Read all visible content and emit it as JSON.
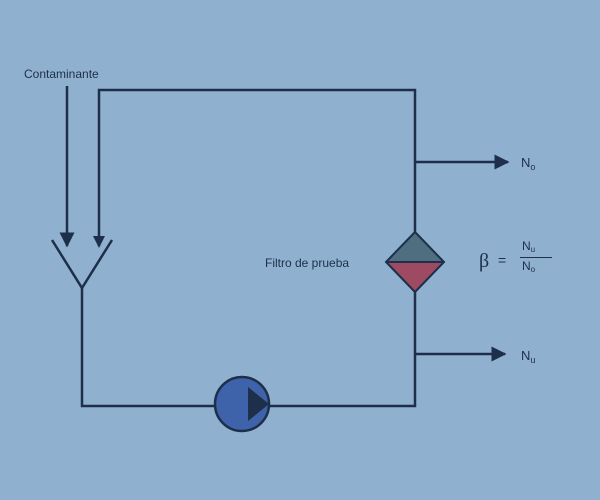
{
  "diagram": {
    "contaminant_label": "Contaminante",
    "filter_label": "Filtro de prueba",
    "outlet_top": {
      "symbol": "N",
      "subscript": "o"
    },
    "outlet_bottom": {
      "symbol": "N",
      "subscript": "u"
    },
    "formula": {
      "lhs": "β",
      "equals": "=",
      "numerator": {
        "symbol": "N",
        "subscript": "u"
      },
      "denominator": {
        "symbol": "N",
        "subscript": "o"
      }
    }
  },
  "colors": {
    "background": "#8fb1cf",
    "line": "#1d2f4a",
    "filter_upstream": "#4f6e80",
    "filter_downstream": "#9e4a62",
    "pump_body": "#3f63aa",
    "pump_arrow": "#1d2f4a"
  },
  "icons": {
    "pump": "pump-icon",
    "filter": "filter-diamond-icon",
    "mixer": "y-junction-icon"
  }
}
